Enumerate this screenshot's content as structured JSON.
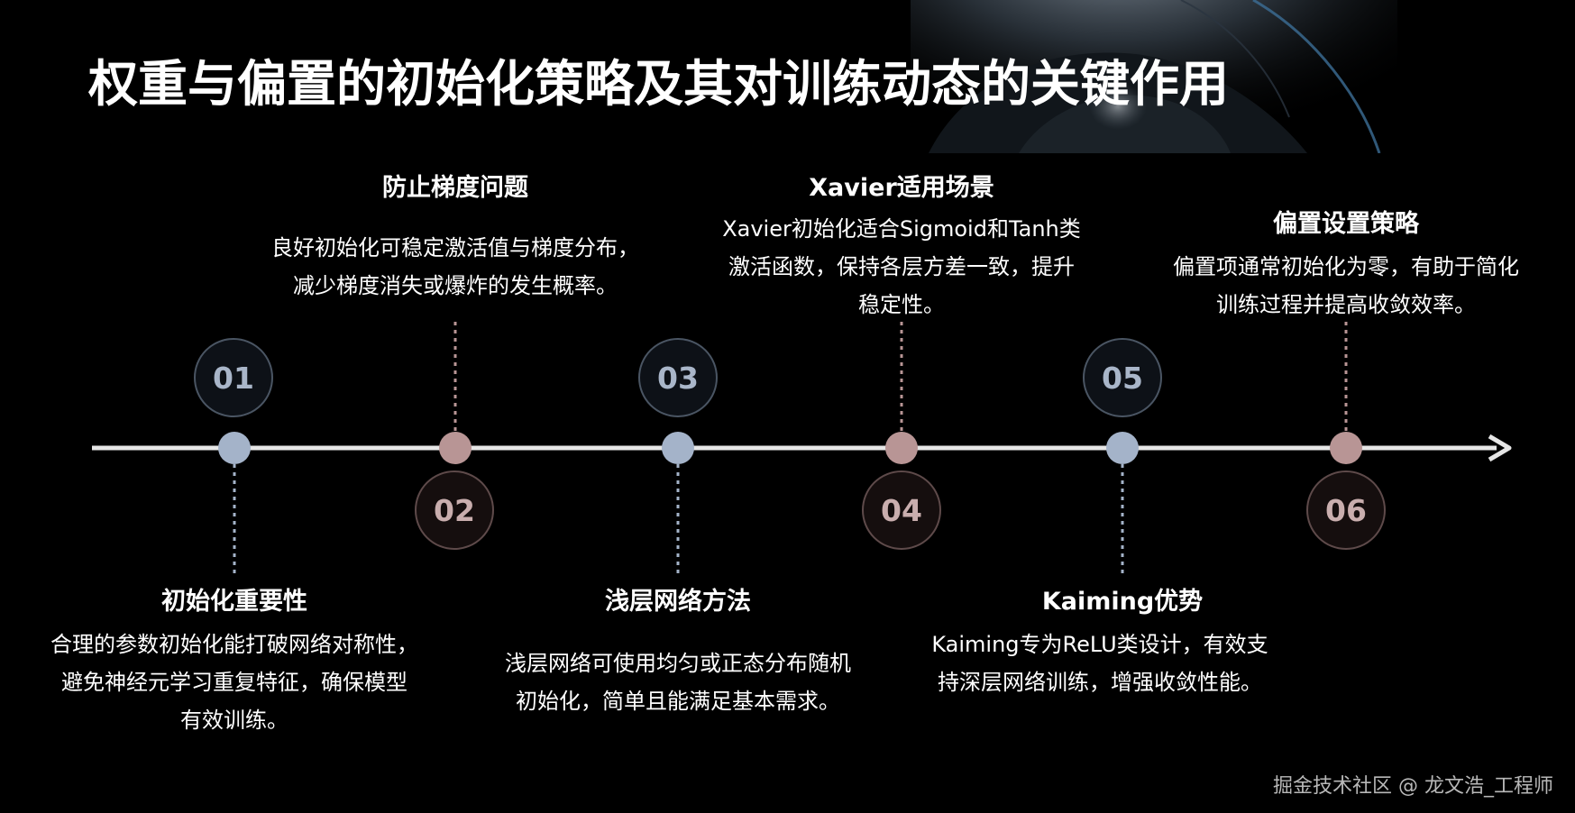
{
  "title": "权重与偏置的初始化策略及其对训练动态的关键作用",
  "colors": {
    "background": "#000000",
    "axis": "#e6e6e6",
    "node_blue": "#a4b3c9",
    "node_rose": "#b89595"
  },
  "milestones": [
    {
      "number": "01",
      "heading": "初始化重要性",
      "lines": [
        "合理的参数初始化能打破网络对称性，",
        "避免神经元学习重复特征，确保模型",
        "有效训练。"
      ]
    },
    {
      "number": "02",
      "heading": "防止梯度问题",
      "lines": [
        "良好初始化可稳定激活值与梯度分布，",
        "减少梯度消失或爆炸的发生概率。"
      ]
    },
    {
      "number": "03",
      "heading": "浅层网络方法",
      "lines": [
        "浅层网络可使用均匀或正态分布随机",
        "初始化，简单且能满足基本需求。"
      ]
    },
    {
      "number": "04",
      "heading": "Xavier适用场景",
      "lines": [
        "Xavier初始化适合Sigmoid和Tanh类",
        "激活函数，保持各层方差一致，提升",
        "稳定性。"
      ]
    },
    {
      "number": "05",
      "heading": "Kaiming优势",
      "lines": [
        "Kaiming专为ReLU类设计，有效支",
        "持深层网络训练，增强收敛性能。"
      ]
    },
    {
      "number": "06",
      "heading": "偏置设置策略",
      "lines": [
        "偏置项通常初始化为零，有助于简化",
        "训练过程并提高收敛效率。"
      ]
    }
  ],
  "watermark": "掘金技术社区 @ 龙文浩_工程师"
}
